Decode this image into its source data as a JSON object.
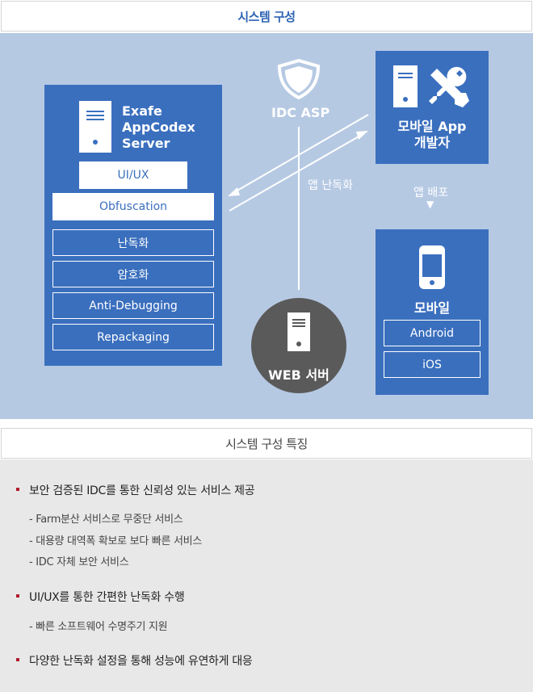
{
  "title": "시스템 구성",
  "server": {
    "title_lines": [
      "Exafe",
      "AppCodex",
      "Server"
    ],
    "ui_label": "UI/UX",
    "obfuscation_label": "Obfuscation",
    "items": [
      "난독화",
      "암호화",
      "Anti-Debugging",
      "Repackaging"
    ]
  },
  "idc": {
    "label": "IDC ASP",
    "icon": "shield-icon"
  },
  "arrow_label": "앱 난독화",
  "developer": {
    "label_lines": [
      "모바일 App",
      "개발자"
    ],
    "icons": [
      "server-icon",
      "wrench-icon"
    ]
  },
  "deploy_label": "앱 배포",
  "deploy_arrow": "▼",
  "mobile": {
    "label": "모바일",
    "items": [
      "Android",
      "iOS"
    ],
    "icon": "phone-icon"
  },
  "web": {
    "label": "WEB 서버",
    "icon": "server-icon"
  },
  "features_title": "시스템 구성 특징",
  "features": [
    {
      "heading": "보안 검증된 IDC를 통한 신뢰성 있는 서비스 제공",
      "subs": [
        "- Farm분산 서비스로 무중단 서비스",
        "- 대용량 대역폭 확보로 보다 빠른 서비스",
        "- IDC 자체 보안 서비스"
      ]
    },
    {
      "heading": "UI/UX를 통한 간편한 난독화 수행",
      "subs": [
        "- 빠른 소프트웨어 수명주기 지원"
      ]
    },
    {
      "heading": "다양한 난독화 설정을 통해 성능에 유연하게 대응",
      "subs": []
    }
  ],
  "colors": {
    "panel_blue": "#3a6fbe",
    "diagram_bg": "#b6c9e3",
    "title_blue": "#2f64b4",
    "web_circle": "#5a5a5a",
    "bullet_red": "#b01c2e"
  }
}
